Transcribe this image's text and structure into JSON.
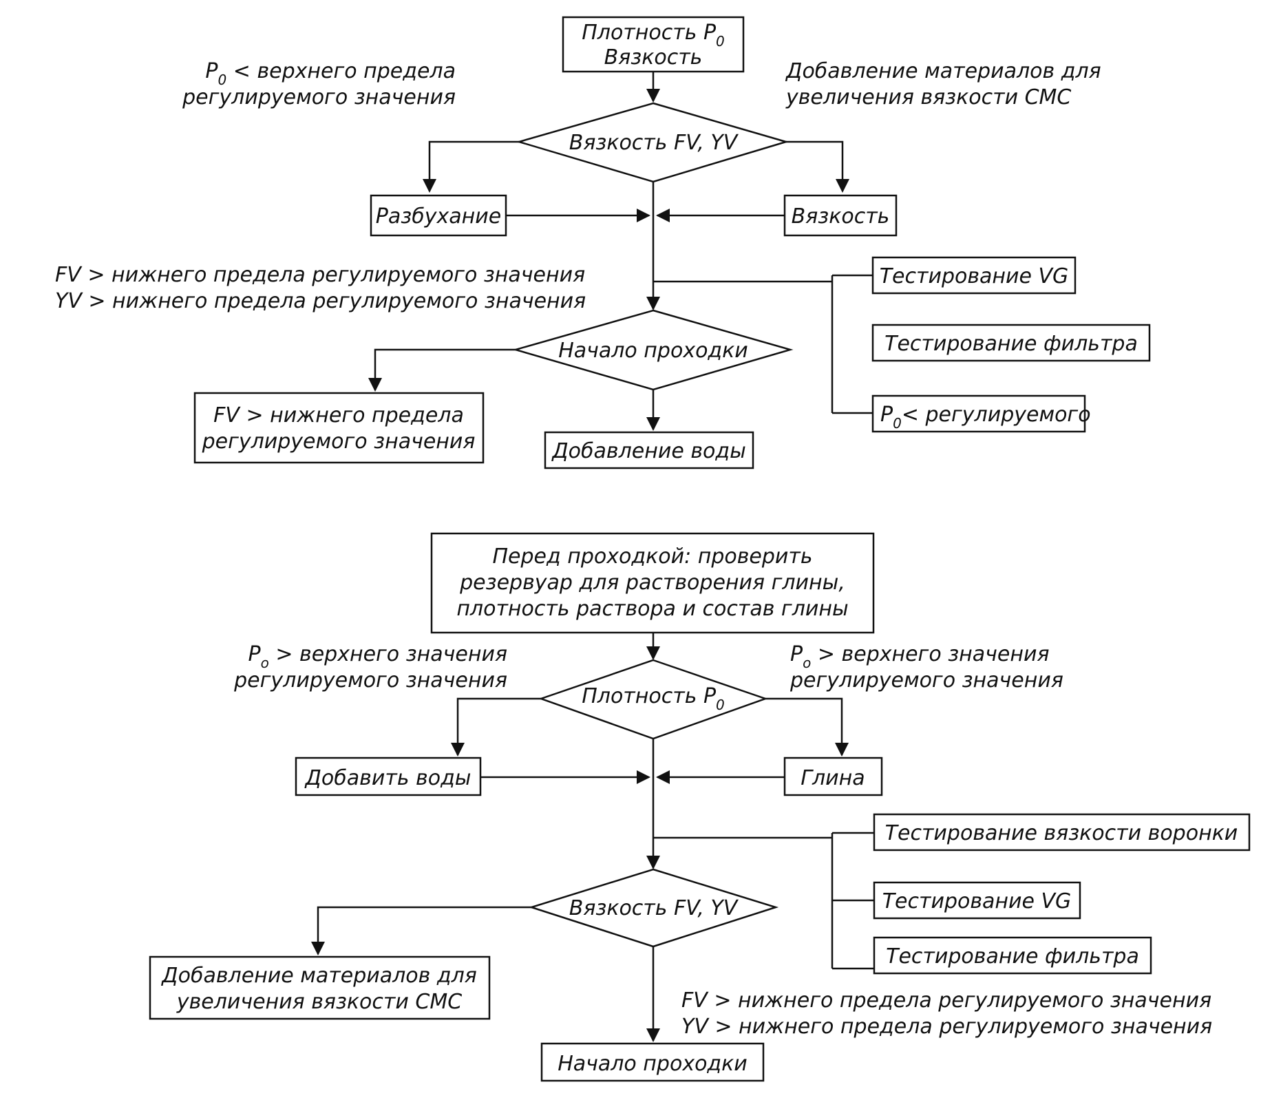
{
  "top": {
    "start_box": {
      "line1": "Плотность P",
      "line1_sub": "0",
      "line2": "Вязкость"
    },
    "left_condition": {
      "line1_pre": "P",
      "line1_sub": "0",
      "line1_post": " < верхнего предела",
      "line2": "регулируемого значения"
    },
    "right_condition": {
      "line1": "Добавление материалов для",
      "line2": "увеличения вязкости СМС"
    },
    "decision_viscosity": "Вязкость FV, YV",
    "box_swelling": "Разбухание",
    "box_viscosity": "Вязкость",
    "mid_condition": {
      "line1": "FV > нижнего предела регулируемого значения",
      "line2": "YV > нижнего предела регулируемого значения"
    },
    "decision_start_drilling": "Начало проходки",
    "box_fv_limit": {
      "line1": "FV > нижнего предела",
      "line2": "регулируемого значения"
    },
    "box_add_water": "Добавление воды",
    "tests": {
      "vg": "Тестирование  VG",
      "filter": "Тестирование  фильтра",
      "p0_pre": "P",
      "p0_sub": "0",
      "p0_post": "< регулируемого"
    }
  },
  "bottom": {
    "start_box": {
      "line1": "Перед проходкой: проверить",
      "line2": "резервуар для растворения глины,",
      "line3": "плотность раствора и состав глины"
    },
    "left_condition": {
      "line1_pre": "P",
      "line1_sub": "o",
      "line1_post": " > верхнего значения",
      "line2": "регулируемого значения"
    },
    "right_condition": {
      "line1_pre": "P",
      "line1_sub": "o",
      "line1_post": " > верхнего значения",
      "line2": "регулируемого значения"
    },
    "decision_density": {
      "pre": "Плотность P",
      "sub": "0"
    },
    "box_add_water": "Добавить воды",
    "box_clay": "Глина",
    "tests": {
      "funnel": "Тестирование  вязкости воронки",
      "vg": "Тестирование  VG",
      "filter": "Тестирование  фильтра"
    },
    "decision_viscosity": "Вязкость FV, YV",
    "box_add_materials": {
      "line1": "Добавление материалов для",
      "line2": "увеличения вязкости СМС"
    },
    "end_condition": {
      "line1": "FV > нижнего предела регулируемого значения",
      "line2": "YV > нижнего предела регулируемого значения"
    },
    "box_start_drilling": "Начало проходки"
  }
}
